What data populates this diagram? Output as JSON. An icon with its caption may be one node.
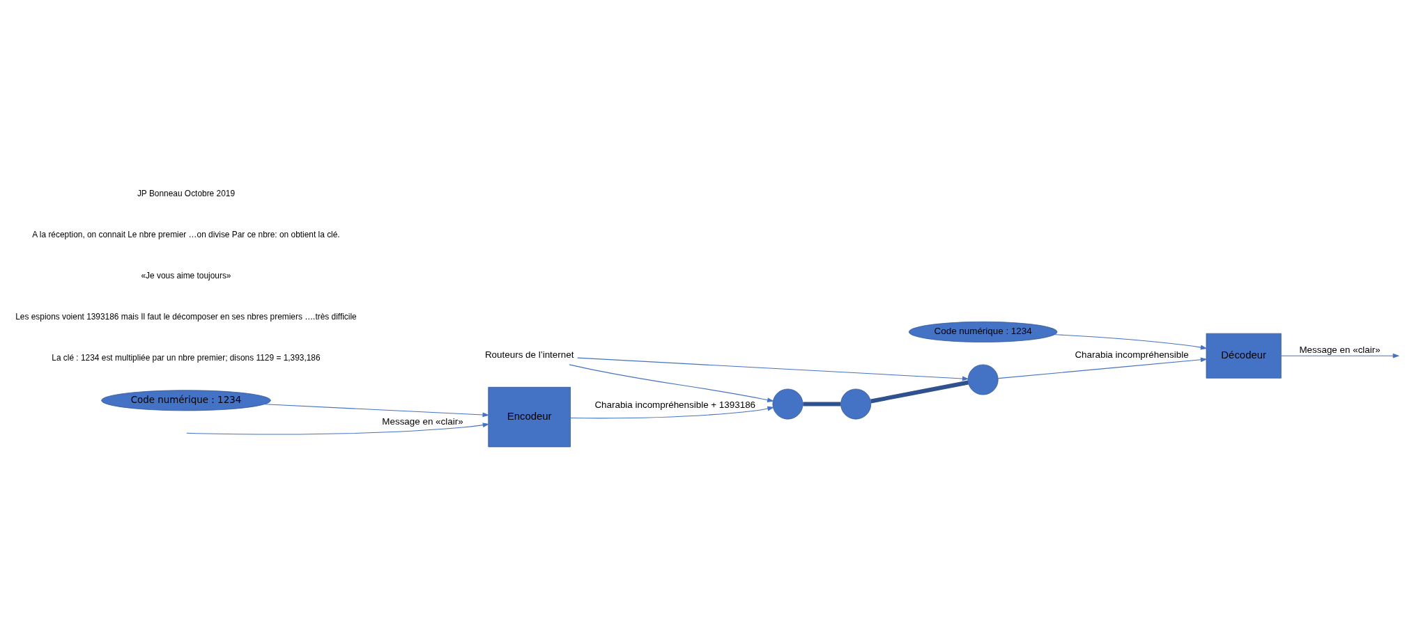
{
  "diagram": {
    "nodes": [
      {
        "text": [
          "Encodeur"
        ]
      },
      {
        "text": [
          "Code numérique : 1234"
        ]
      },
      {
        "text": [],
        "shape": "circle"
      },
      {
        "text": [],
        "shape": "circle"
      },
      {
        "text": [],
        "shape": "circle"
      },
      {
        "text": [
          "Décodeur"
        ]
      },
      {
        "text": [
          "Code numérique : 1234"
        ]
      },
      {
        "text": [
          "Routeurs de l’internet"
        ]
      }
    ],
    "edges": [
      {
        "from": null,
        "to": 0,
        "arrow": "to",
        "label": "Message en «clair»"
      },
      {
        "from": 1,
        "to": 0,
        "arrow": "to"
      },
      {
        "from": 0,
        "to": 2,
        "arrow": "to",
        "label": "Charabia incompréhensible + 1393186"
      },
      {
        "from": 2,
        "to": 3,
        "arrow": "none",
        "style": "thick",
        "color": "#2f528f"
      },
      {
        "from": 3,
        "to": 4,
        "arrow": "none",
        "style": "thick",
        "color": "#2f528f"
      },
      {
        "from": 4,
        "to": 5,
        "arrow": "to",
        "label": "Charabia incompréhensible"
      },
      {
        "from": 6,
        "to": 5,
        "arrow": "to"
      },
      {
        "from": 5,
        "to": null,
        "arrow": "to",
        "label": "Message en «clair»"
      },
      {
        "from": 7,
        "to": 2,
        "arrow": "to"
      },
      {
        "from": 7,
        "to": 4,
        "arrow": "to"
      }
    ],
    "labels": [
      "La clé : 1234 est multipliée par un nbre premier; disons 1129 = 1,393,186",
      "Les espions voient 1393186 mais Il faut le décomposer en ses nbres premiers ….très difficile",
      "«Je vous aime toujours»",
      "A la réception, on connait Le nbre premier …on divise Par ce nbre: on obtient la clé.",
      "JP Bonneau Octobre 2019"
    ]
  }
}
